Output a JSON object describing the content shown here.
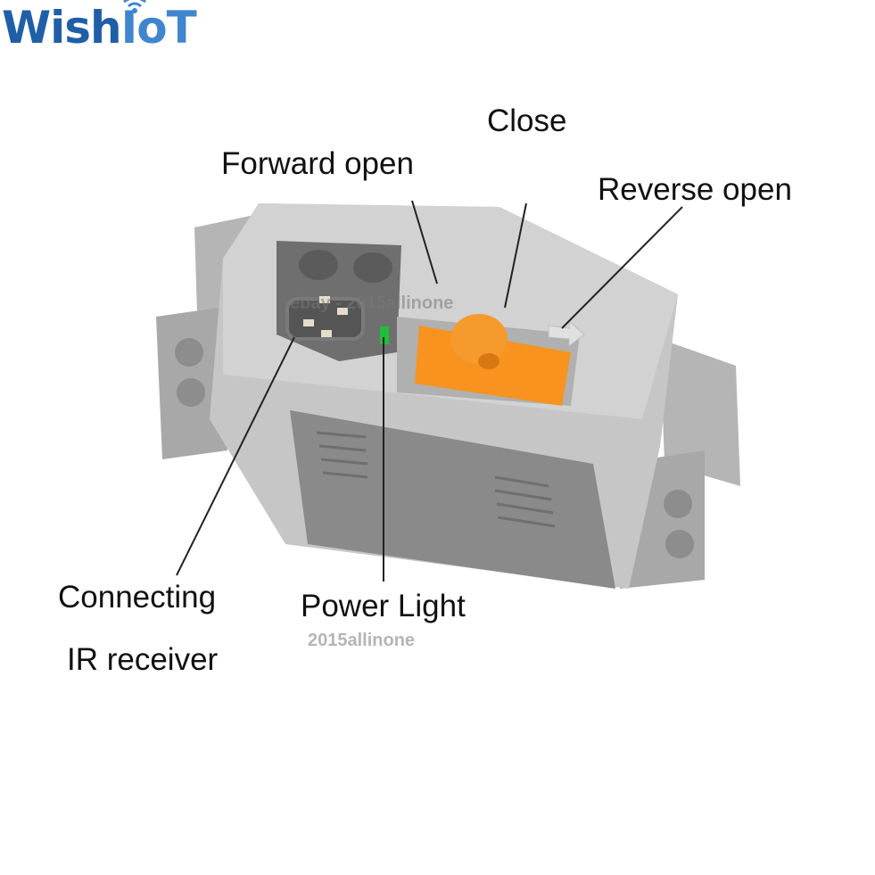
{
  "logo": {
    "text": "WishIoT",
    "part1": "Wish",
    "part2": "IoT"
  },
  "labels": {
    "close": "Close",
    "forward_open": "Forward open",
    "reverse_open": "Reverse open",
    "connecting": "Connecting",
    "ir_receiver": "IR receiver",
    "power_light": "Power Light"
  },
  "watermarks": {
    "top": "ebay - 2015allinone",
    "bottom": "2015allinone"
  },
  "colors": {
    "logo_dark": "#1f5fa8",
    "logo_light": "#3f86cf",
    "switch": "#f7931e",
    "led": "#1fbf3a",
    "body": "#c2c2c2"
  }
}
